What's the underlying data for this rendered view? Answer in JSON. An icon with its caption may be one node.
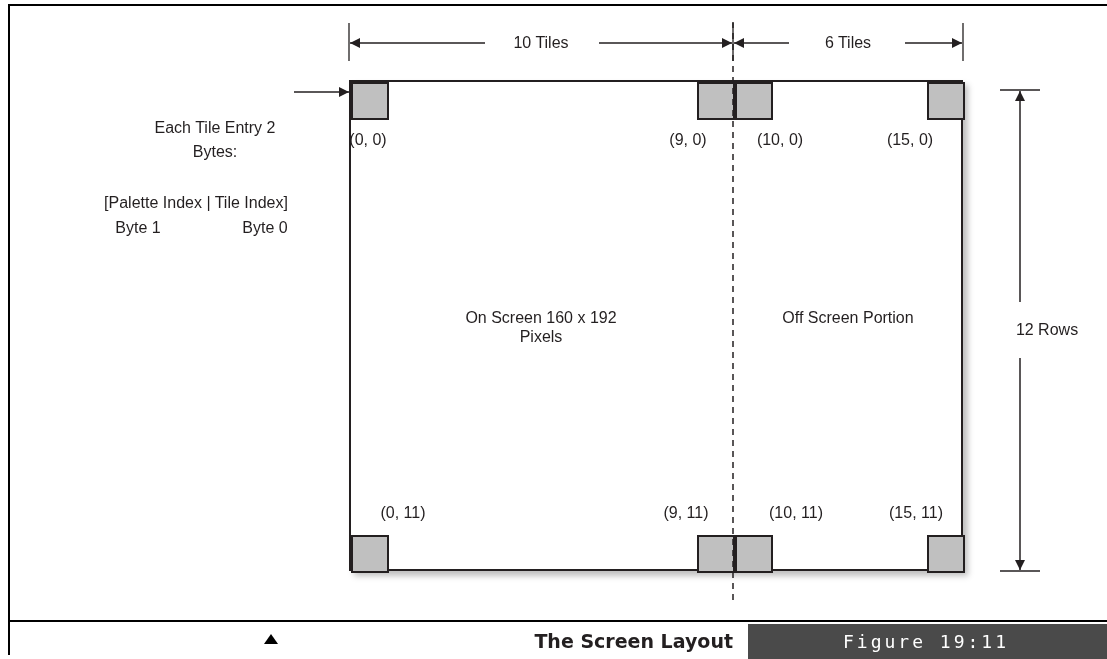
{
  "diagram": {
    "caption": "The Screen Layout",
    "nodes": [
      {
        "text": [
          "Each Tile Entry 2 Bytes:"
        ]
      },
      {
        "text": [
          "On Screen 160 x 192 Pixels",
          "Off Screen Portion"
        ]
      },
      {
        "text": [],
        "shape": "box",
        "in": 1,
        "beside": [
          "(0, 0)"
        ]
      },
      {
        "text": [],
        "shape": "box",
        "in": 1,
        "beside": [
          "(9, 0)"
        ]
      },
      {
        "text": [],
        "shape": "box",
        "in": 1,
        "beside": [
          "(10, 0)"
        ]
      },
      {
        "text": [],
        "shape": "box",
        "in": 1,
        "beside": [
          "(15, 0)"
        ]
      },
      {
        "text": [],
        "shape": "box",
        "in": 1,
        "beside": [
          "(0, 11)"
        ]
      },
      {
        "text": [],
        "shape": "box",
        "in": 1,
        "beside": [
          "(9, 11)"
        ]
      },
      {
        "text": [],
        "shape": "box",
        "in": 1,
        "beside": [
          "(10, 11)"
        ]
      },
      {
        "text": [],
        "shape": "box",
        "in": 1,
        "beside": [
          "(15, 11)"
        ]
      }
    ],
    "edges": [
      {
        "from": 0,
        "to": 2,
        "arrow": "to"
      }
    ],
    "labels": [
      "10 Tiles",
      "6 Tiles",
      "[Palette Index | Tile Index]",
      "Byte 1",
      "Byte 0",
      "12 Rows",
      "Figure 19:11"
    ]
  }
}
